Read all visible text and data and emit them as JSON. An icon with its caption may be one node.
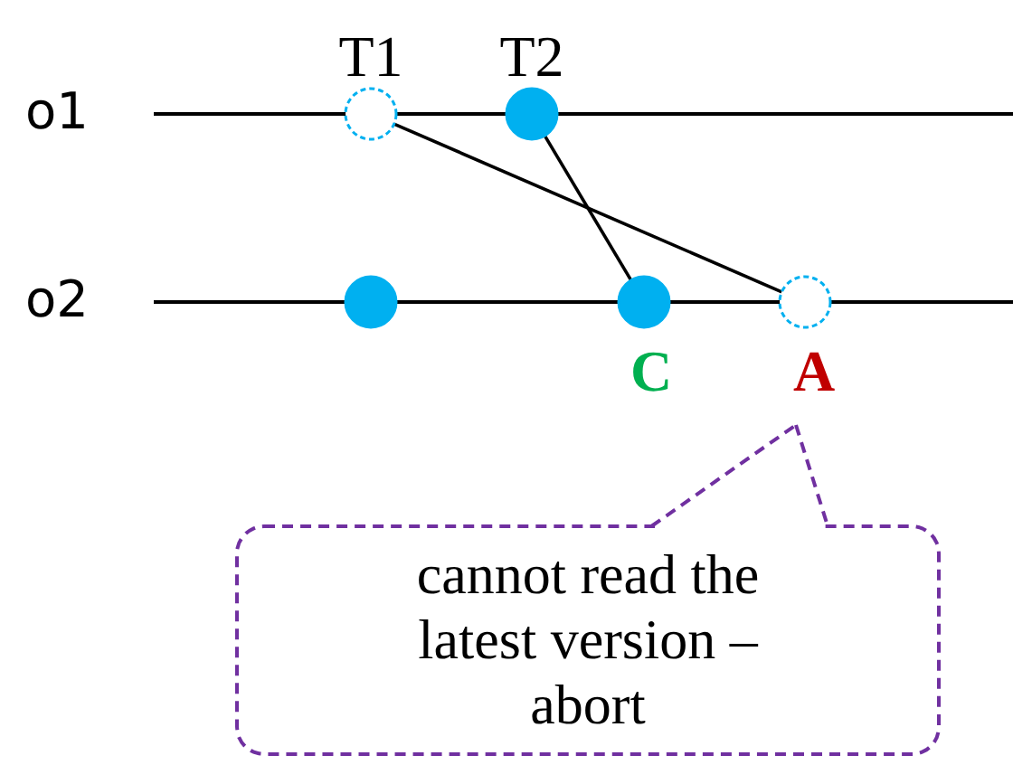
{
  "diagram": {
    "nodes": [
      {
        "text": [],
        "shape": "circle",
        "beside": [
          "T1"
        ]
      },
      {
        "text": [],
        "shape": "circle",
        "beside": [
          "T2"
        ]
      },
      {
        "text": [],
        "shape": "circle"
      },
      {
        "text": [],
        "shape": "circle",
        "beside": [
          "C"
        ]
      },
      {
        "text": [],
        "shape": "circle",
        "beside": [
          "A"
        ]
      },
      {
        "text": [
          "cannot read the latest version – abort"
        ]
      }
    ],
    "edges": [
      {
        "from": 0,
        "to": 4,
        "arrow": "none"
      },
      {
        "from": 1,
        "to": 3,
        "arrow": "none"
      },
      {
        "from": 5,
        "to": 4,
        "arrow": "none",
        "style": "dashed",
        "color": "#7030a0"
      }
    ],
    "labels": [
      "o1",
      "o2"
    ]
  }
}
